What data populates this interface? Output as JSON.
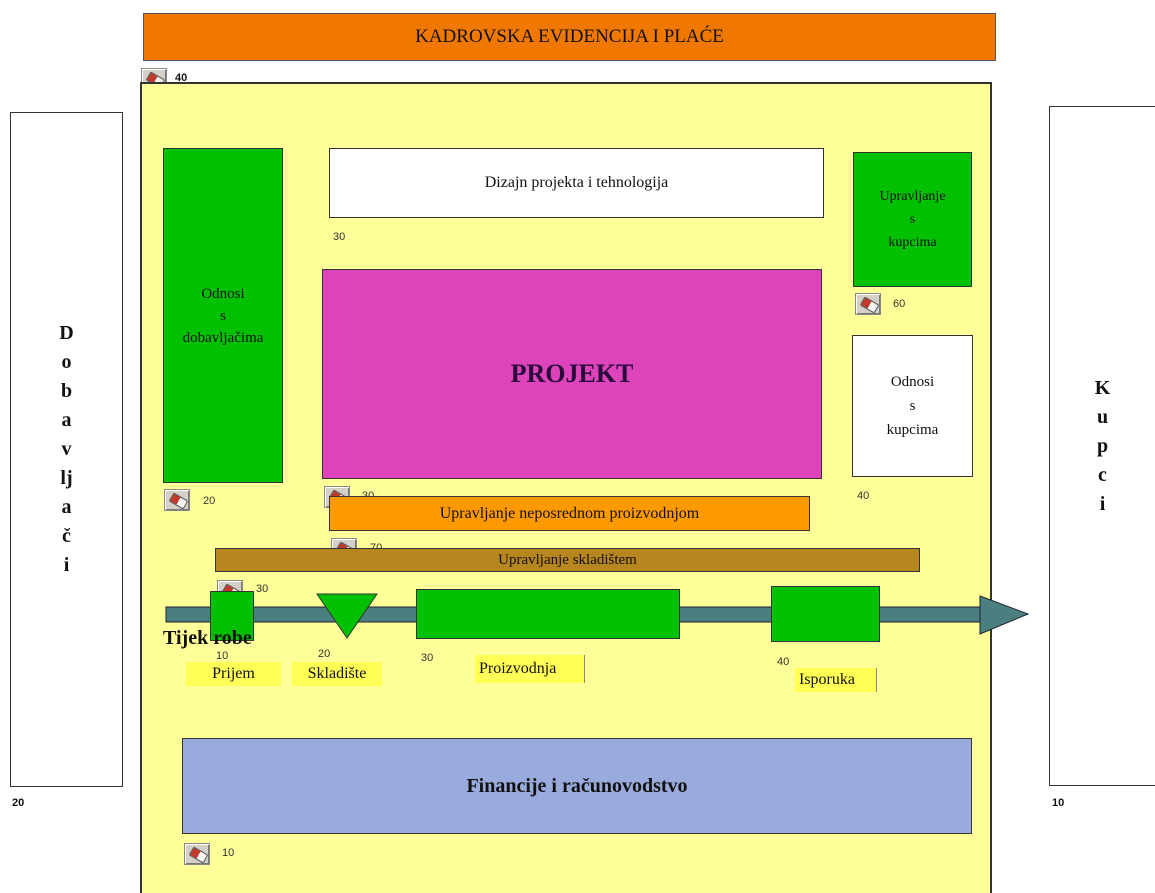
{
  "header": {
    "title": "KADROVSKA EVIDENCIJA I PLAĆE",
    "code": "40"
  },
  "left_entity": {
    "letters": [
      "D",
      "o",
      "b",
      "a",
      "v",
      "lj",
      "a",
      "č",
      "i"
    ],
    "code": "20"
  },
  "right_entity": {
    "letters": [
      "K",
      "u",
      "p",
      "c",
      "i"
    ],
    "code": "10"
  },
  "modules": {
    "design": {
      "label": "Dizajn projekta i tehnologija",
      "code": "30"
    },
    "suppliers": {
      "lines": [
        "Odnosi",
        "s",
        "dobavljačima"
      ],
      "code": "20"
    },
    "customer_mgmt": {
      "lines": [
        "Upravljanje",
        "s",
        "kupcima"
      ],
      "code": "60"
    },
    "project": {
      "label": "PROJEKT",
      "code": "30"
    },
    "customer_rel": {
      "lines": [
        "Odnosi",
        "s",
        "kupcima"
      ],
      "code": "40"
    },
    "production_mgmt": {
      "label": "Upravljanje neposrednom proizvodnjom",
      "code": "70"
    },
    "warehouse_mgmt": {
      "label": "Upravljanje skladištem",
      "code": "30"
    },
    "finance": {
      "label": "Financije i računovodstvo",
      "code": "10"
    }
  },
  "flow": {
    "title": "Tijek robe",
    "steps": [
      {
        "code": "10",
        "label": "Prijem"
      },
      {
        "code": "20",
        "label": "Skladište"
      },
      {
        "code": "30",
        "label": "Proizvodnja"
      },
      {
        "code": "40",
        "label": "Isporuka"
      }
    ]
  },
  "colors": {
    "header": "#f07800",
    "canvas": "#ffff99",
    "green": "#00c000",
    "magenta": "#dd44bb",
    "orange": "#ff9900",
    "brown": "#b8861e",
    "blue": "#99aadd",
    "arrow": "#4a7f7f"
  }
}
